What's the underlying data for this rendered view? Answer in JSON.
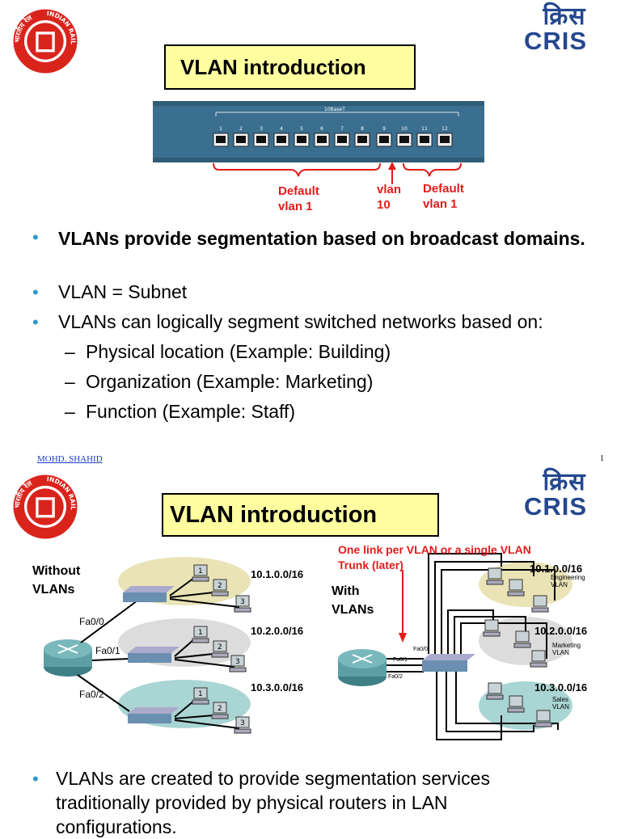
{
  "slide1": {
    "title": "VLAN introduction",
    "switch_header": "10BaseT",
    "ports": [
      "1",
      "2",
      "3",
      "4",
      "5",
      "6",
      "7",
      "8",
      "9",
      "10",
      "11",
      "12"
    ],
    "annotations": {
      "left_line1": "Default",
      "left_line2": "vlan 1",
      "mid_line1": "vlan",
      "mid_line2": "10",
      "right_line1": "Default",
      "right_line2": "vlan 1"
    },
    "bullets": [
      "VLANs provide segmentation based on broadcast domains.",
      "VLAN = Subnet",
      "VLANs can logically segment switched networks based on:"
    ],
    "sub_bullets": [
      "Physical location (Example: Building)",
      "Organization (Example: Marketing)",
      "Function (Example: Staff)"
    ],
    "footer_author": "MOHD. SHAHID",
    "page_number": "1"
  },
  "slide2": {
    "title": "VLAN introduction",
    "left_label_1": "Without",
    "left_label_2": "VLANs",
    "right_label_1": "With",
    "right_label_2": "VLANs",
    "red_note_1": "One link per VLAN or a single VLAN",
    "red_note_2": "Trunk (later)",
    "left_subnets": [
      "10.1.0.0/16",
      "10.2.0.0/16",
      "10.3.0.0/16"
    ],
    "left_ifaces": [
      "Fa0/0",
      "Fa0/1",
      "Fa0/2"
    ],
    "right_subnets": [
      "10.1.0.0/16",
      "10.2.0.0/16",
      "10.3.0.0/16"
    ],
    "right_vlan_names": [
      "Engineering",
      "VLAN",
      "Marketing",
      "VLAN",
      "Sales",
      "VLAN"
    ],
    "right_ifaces": [
      "Fa0/0",
      "Fa0/1",
      "Fa0/2"
    ],
    "pc_numbers": [
      "1",
      "2",
      "3"
    ],
    "bullet": "VLANs are created to provide segmentation services traditionally provided by physical routers in LAN configurations."
  },
  "logos": {
    "railway_text_left": "भारतीय रेल",
    "railway_text_right": "INDIAN RAILWAYS",
    "cris_hindi": "क्रिस",
    "cris_en": "CRIS"
  },
  "colors": {
    "title_bg": "#ffffa0",
    "bullet_blue": "#2c9cc8",
    "annotation_red": "#e21b1b",
    "cris_blue": "#24488f",
    "switch_blue": "#3a6f8f"
  }
}
